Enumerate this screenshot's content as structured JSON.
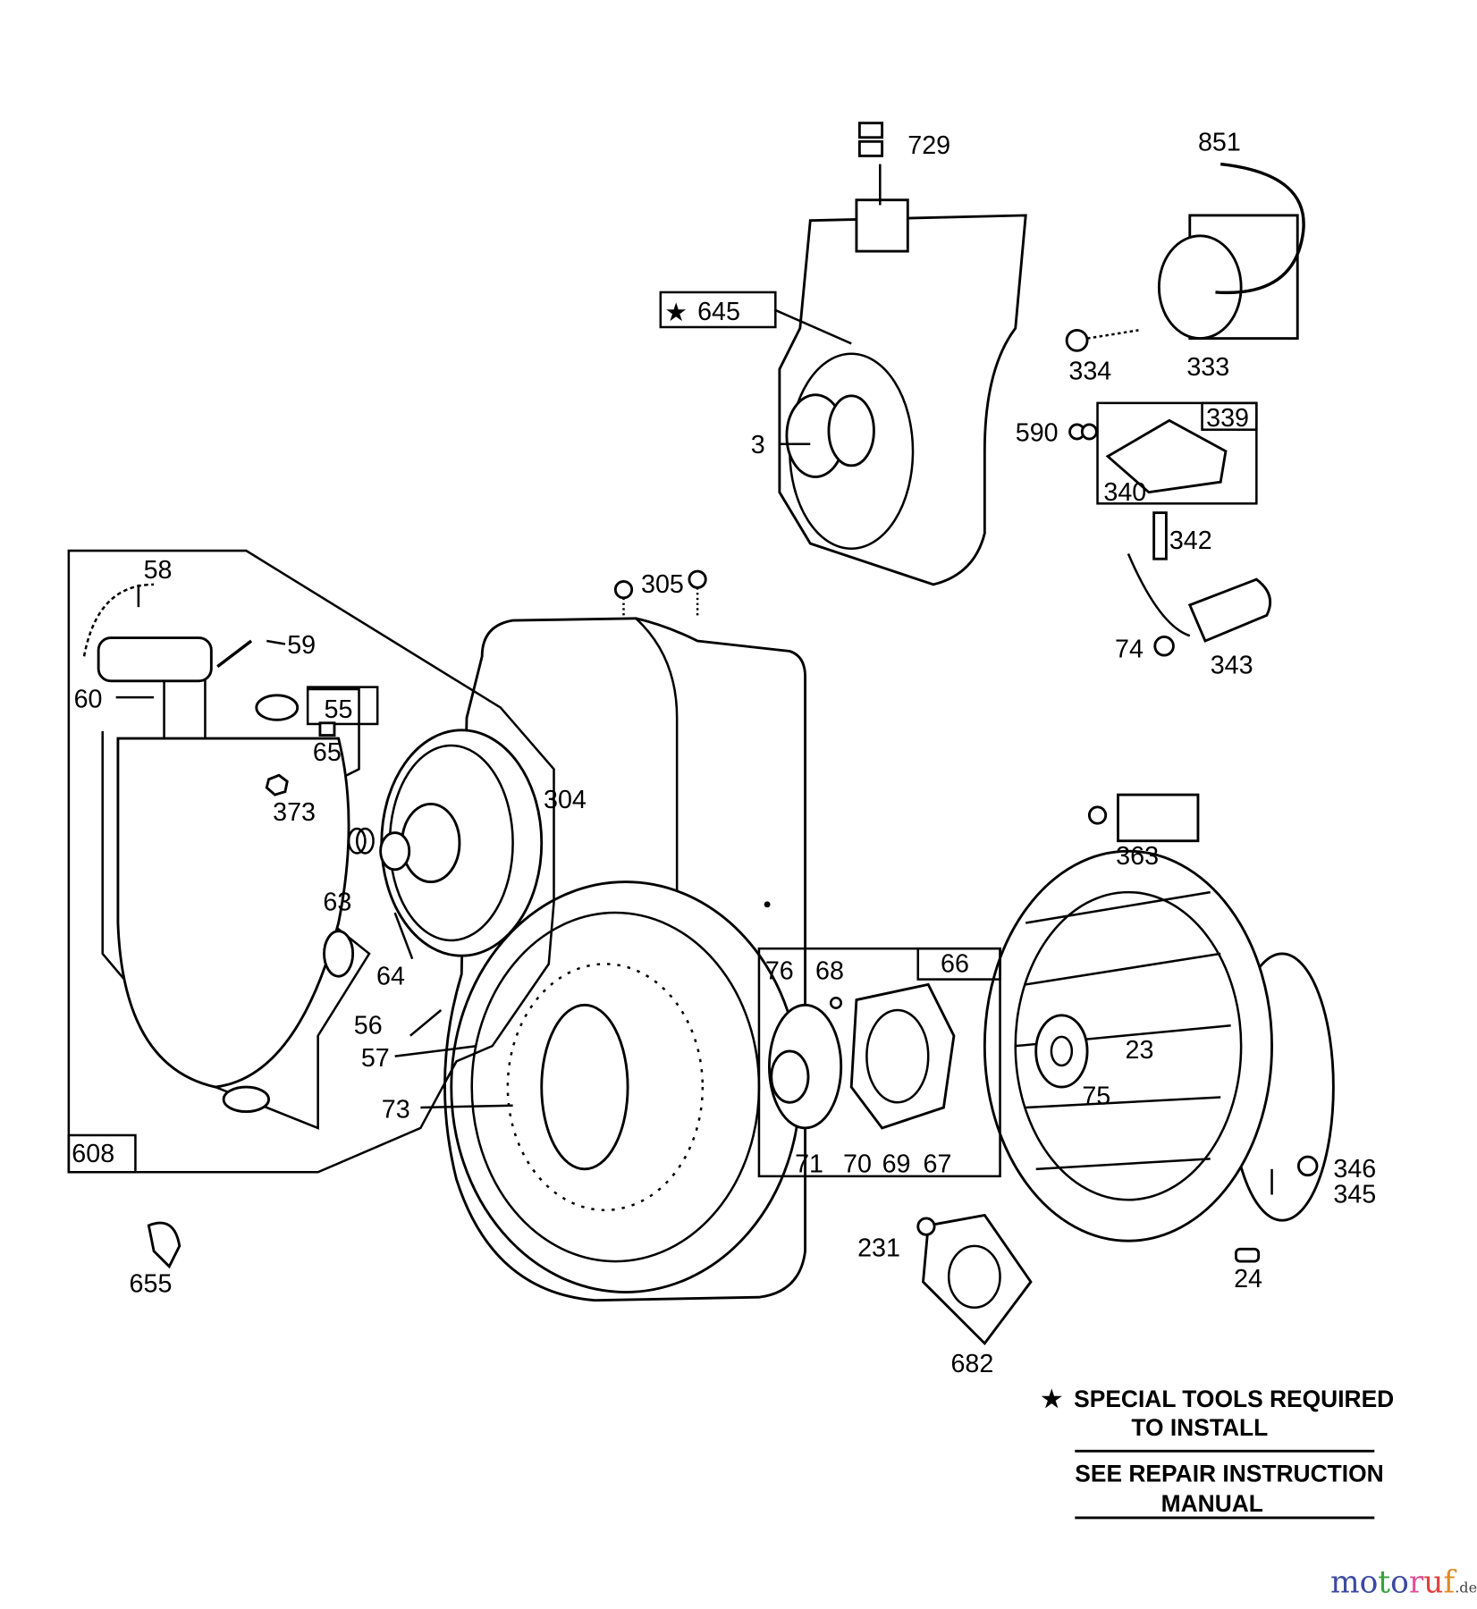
{
  "parts": [
    {
      "id": "729",
      "label": "729"
    },
    {
      "id": "851",
      "label": "851"
    },
    {
      "id": "645",
      "label": "645",
      "star": true,
      "boxed": true
    },
    {
      "id": "334",
      "label": "334"
    },
    {
      "id": "333",
      "label": "333"
    },
    {
      "id": "3",
      "label": "3"
    },
    {
      "id": "590",
      "label": "590"
    },
    {
      "id": "339",
      "label": "339",
      "boxed": true
    },
    {
      "id": "340",
      "label": "340"
    },
    {
      "id": "342",
      "label": "342"
    },
    {
      "id": "58",
      "label": "58"
    },
    {
      "id": "305",
      "label": "305"
    },
    {
      "id": "59",
      "label": "59"
    },
    {
      "id": "74",
      "label": "74"
    },
    {
      "id": "343",
      "label": "343"
    },
    {
      "id": "60",
      "label": "60"
    },
    {
      "id": "55",
      "label": "55",
      "boxed": true
    },
    {
      "id": "65",
      "label": "65"
    },
    {
      "id": "373",
      "label": "373"
    },
    {
      "id": "304",
      "label": "304"
    },
    {
      "id": "363",
      "label": "363"
    },
    {
      "id": "63",
      "label": "63"
    },
    {
      "id": "76",
      "label": "76"
    },
    {
      "id": "68",
      "label": "68"
    },
    {
      "id": "66",
      "label": "66",
      "boxed": true
    },
    {
      "id": "64",
      "label": "64"
    },
    {
      "id": "56",
      "label": "56"
    },
    {
      "id": "23",
      "label": "23"
    },
    {
      "id": "57",
      "label": "57"
    },
    {
      "id": "75",
      "label": "75"
    },
    {
      "id": "73",
      "label": "73"
    },
    {
      "id": "71",
      "label": "71"
    },
    {
      "id": "70",
      "label": "70"
    },
    {
      "id": "69",
      "label": "69"
    },
    {
      "id": "67",
      "label": "67"
    },
    {
      "id": "608",
      "label": "608",
      "boxed": true
    },
    {
      "id": "346",
      "label": "346"
    },
    {
      "id": "345",
      "label": "345"
    },
    {
      "id": "231",
      "label": "231"
    },
    {
      "id": "655",
      "label": "655"
    },
    {
      "id": "24",
      "label": "24"
    },
    {
      "id": "682",
      "label": "682"
    }
  ],
  "notes": {
    "special_tools_line1": "SPECIAL TOOLS REQUIRED",
    "special_tools_line2": "TO INSTALL",
    "repair_line1": "SEE REPAIR INSTRUCTION",
    "repair_line2": "MANUAL",
    "star_icon": "star"
  },
  "watermark": {
    "text": "motoruf",
    "suffix": ".de",
    "colors": [
      "#3b4aa0",
      "#3b4aa0",
      "#3aa03a",
      "#e0509a",
      "#e04040",
      "#e08a20",
      "#c8a020"
    ]
  }
}
